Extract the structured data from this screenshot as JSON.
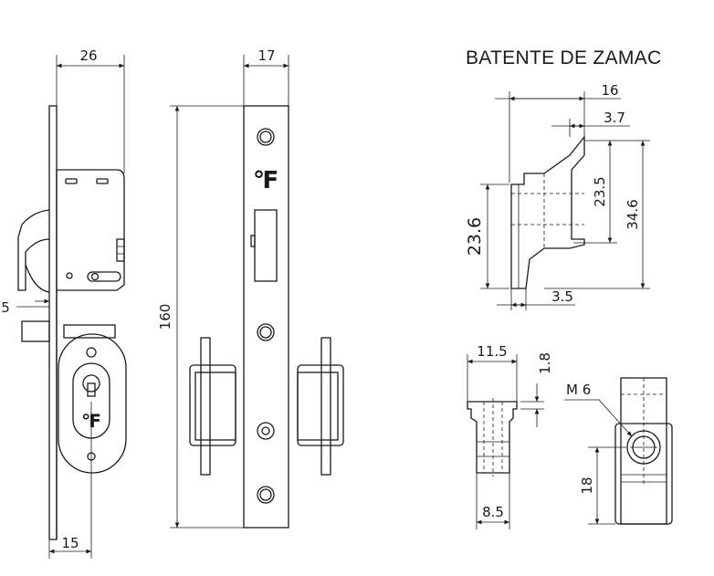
{
  "title": "BATENTE DE ZAMAC",
  "dims": {
    "lock_width": "26",
    "lock_faceplate_width": "17",
    "lock_height": "160",
    "lock_backset": "15",
    "lock_left_partial": "5",
    "strike_width": "16",
    "strike_offset": "3.7",
    "strike_inner_height": "23.5",
    "strike_outer_height": "34.6",
    "strike_side_height": "23.6",
    "strike_thickness": "3.5",
    "bolt_width": "11.5",
    "bolt_flange": "1.8",
    "bolt_base": "8.5",
    "screw_thread": "M 6",
    "screw_height": "18"
  }
}
